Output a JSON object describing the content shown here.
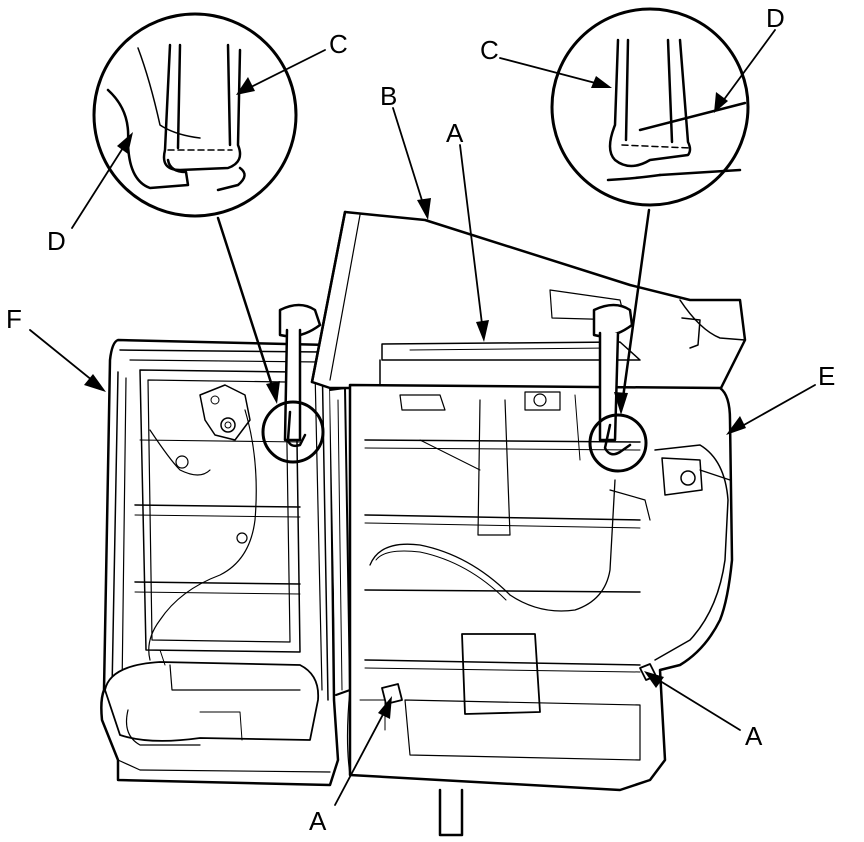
{
  "callouts": {
    "a_top": "A",
    "a_bottom_left": "A",
    "a_bottom_right": "A",
    "b": "B",
    "c_left": "C",
    "c_right": "C",
    "d_left": "D",
    "d_right": "D",
    "e": "E",
    "f": "F"
  },
  "colors": {
    "ink": "#000000",
    "paper": "#ffffff"
  }
}
